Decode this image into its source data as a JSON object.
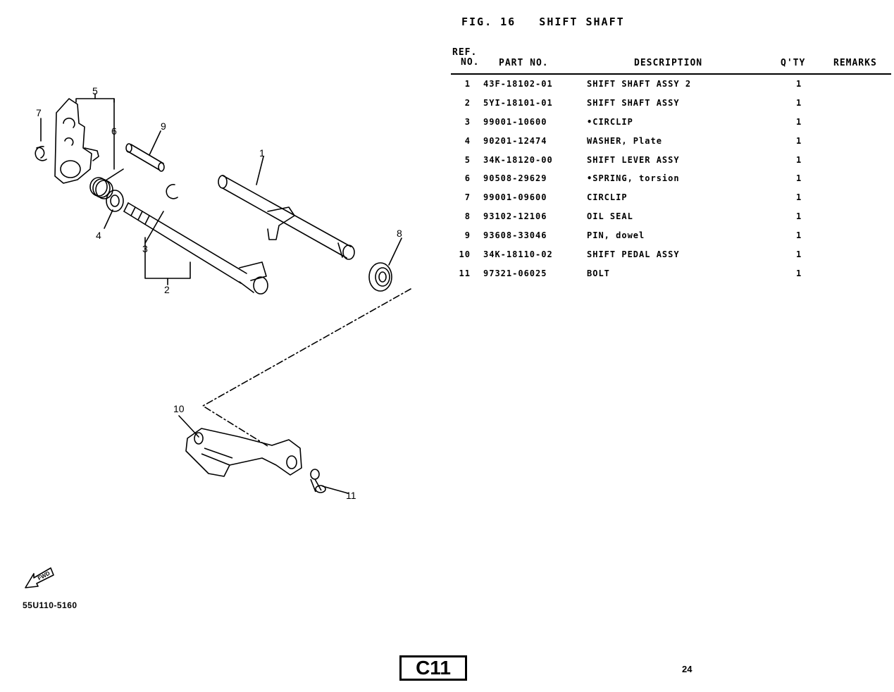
{
  "figure": {
    "title": "FIG. 16   SHIFT SHAFT"
  },
  "table": {
    "headers": {
      "ref_line1": "REF.",
      "ref_line2": "NO.",
      "part_no": "PART NO.",
      "description": "DESCRIPTION",
      "qty": "Q'TY",
      "remarks": "REMARKS"
    },
    "rows": [
      {
        "ref": "1",
        "part": "43F-18102-01",
        "desc": "SHIFT SHAFT ASSY 2",
        "qty": "1",
        "remarks": ""
      },
      {
        "ref": "2",
        "part": "5YI-18101-01",
        "desc": "SHIFT SHAFT ASSY",
        "qty": "1",
        "remarks": ""
      },
      {
        "ref": "3",
        "part": "99001-10600",
        "desc": "•CIRCLIP",
        "qty": "1",
        "remarks": ""
      },
      {
        "ref": "4",
        "part": "90201-12474",
        "desc": "WASHER, Plate",
        "qty": "1",
        "remarks": ""
      },
      {
        "ref": "5",
        "part": "34K-18120-00",
        "desc": "SHIFT LEVER ASSY",
        "qty": "1",
        "remarks": ""
      },
      {
        "ref": "6",
        "part": "90508-29629",
        "desc": "•SPRING, torsion",
        "qty": "1",
        "remarks": ""
      },
      {
        "ref": "7",
        "part": "99001-09600",
        "desc": "CIRCLIP",
        "qty": "1",
        "remarks": ""
      },
      {
        "ref": "8",
        "part": "93102-12106",
        "desc": "OIL SEAL",
        "qty": "1",
        "remarks": ""
      },
      {
        "ref": "9",
        "part": "93608-33046",
        "desc": "PIN, dowel",
        "qty": "1",
        "remarks": ""
      },
      {
        "ref": "10",
        "part": "34K-18110-02",
        "desc": "SHIFT PEDAL ASSY",
        "qty": "1",
        "remarks": ""
      },
      {
        "ref": "11",
        "part": "97321-06025",
        "desc": "BOLT",
        "qty": "1",
        "remarks": ""
      }
    ]
  },
  "diagram": {
    "callouts": [
      "1",
      "2",
      "3",
      "4",
      "5",
      "6",
      "7",
      "8",
      "9",
      "10",
      "11"
    ],
    "fwd_label": "FWD",
    "drawing_code": "55U110-5160"
  },
  "footer": {
    "section_code": "C11",
    "page_number": "24"
  }
}
